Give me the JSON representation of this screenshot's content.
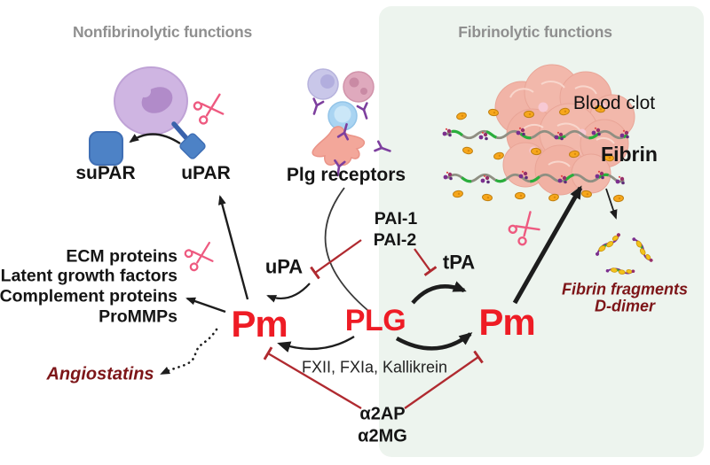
{
  "panels": {
    "left_title": "Nonfibrinolytic functions",
    "right_title": "Fibrinolytic functions"
  },
  "labels": {
    "supar": "suPAR",
    "upar": "uPAR",
    "plg_receptors": "Plg receptors",
    "blood_clot": "Blood clot",
    "fibrin": "Fibrin",
    "pai1": "PAI-1",
    "pai2": "PAI-2",
    "upa": "uPA",
    "tpa": "tPA",
    "pm_left": "Pm",
    "plg": "PLG",
    "pm_right": "Pm",
    "fxii_pathway": "FXII, FXIa, Kallikrein",
    "a2ap": "α2AP",
    "a2mg": "α2MG",
    "angiostatins": "Angiostatins",
    "fibrin_fragments": "Fibrin fragments",
    "d_dimer": "D-dimer"
  },
  "ecm_list": {
    "items": [
      "ECM proteins",
      "Latent growth factors",
      "Complement proteins",
      "ProMMPs"
    ]
  },
  "icons": {
    "scissors": "scissors-icon (plasmin cleavage)",
    "inhibition": "red T-bar inhibition line",
    "activation": "black curved activation arrow"
  },
  "colors": {
    "accent_red": "#ee1c25",
    "inhibit_red": "#b02a30",
    "maroon_text": "#7d1518",
    "panel_green": "#edf4ee",
    "header_gray": "#8f8f8f",
    "scissors_pink": "#ee5a80",
    "receptor_blue": "#4d82c6",
    "cell_purple": "#cfb5e2",
    "clot_pink": "#f1b4a7",
    "fibrin_green": "#2aae3c",
    "fibrin_purple": "#7b2f8e",
    "platelet_orange": "#f7a71c"
  }
}
